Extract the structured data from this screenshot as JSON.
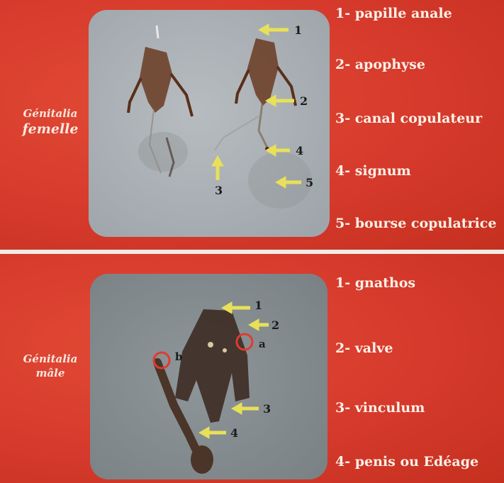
{
  "female": {
    "label_line1": "Génitalia",
    "label_line2": "femelle",
    "legend": [
      "1- papille anale",
      "2- apophyse",
      "3- canal copulateur",
      "4- signum",
      "5- bourse copulatrice"
    ],
    "markers": [
      "1",
      "2",
      "3",
      "4",
      "5"
    ]
  },
  "male": {
    "label_line1": "Génitalia",
    "label_line2": "mâle",
    "legend": [
      "1- gnathos",
      "2- valve",
      "3- vinculum",
      "4- penis ou Edéage"
    ],
    "markers": [
      "1",
      "2",
      "3",
      "4"
    ],
    "circle_labels": [
      "a",
      "b"
    ]
  },
  "colors": {
    "background_red": "#d63a2c",
    "divider": "#f1ece6",
    "arrow_yellow": "#e8e058",
    "circle_red": "#e23a2e"
  }
}
